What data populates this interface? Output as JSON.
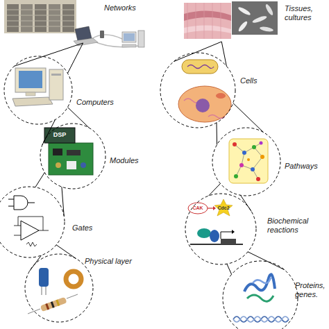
{
  "diagram": {
    "nodes": [
      {
        "text": [
          "Networks"
        ]
      },
      {
        "text": [
          "Computers"
        ]
      },
      {
        "text": [
          "Modules"
        ]
      },
      {
        "text": [
          "Gates"
        ]
      },
      {
        "text": [
          "Physical layer"
        ]
      },
      {
        "text": [
          "Tissues, cultures"
        ]
      },
      {
        "text": [
          "Cells"
        ]
      },
      {
        "text": [
          "Pathways"
        ]
      },
      {
        "text": [
          "Biochemical reactions"
        ]
      },
      {
        "text": [
          "Proteins, genes."
        ]
      }
    ],
    "edges": [
      {
        "from": 0,
        "to": 1,
        "arrow": "none"
      },
      {
        "from": 0,
        "to": 1,
        "arrow": "none"
      },
      {
        "from": 1,
        "to": 2,
        "arrow": "none"
      },
      {
        "from": 1,
        "to": 2,
        "arrow": "none"
      },
      {
        "from": 2,
        "to": 3,
        "arrow": "none"
      },
      {
        "from": 2,
        "to": 3,
        "arrow": "none"
      },
      {
        "from": 3,
        "to": 4,
        "arrow": "none"
      },
      {
        "from": 3,
        "to": 4,
        "arrow": "none"
      },
      {
        "from": 5,
        "to": 6,
        "arrow": "none"
      },
      {
        "from": 5,
        "to": 6,
        "arrow": "none"
      },
      {
        "from": 6,
        "to": 7,
        "arrow": "none"
      },
      {
        "from": 6,
        "to": 7,
        "arrow": "none"
      },
      {
        "from": 7,
        "to": 8,
        "arrow": "none"
      },
      {
        "from": 7,
        "to": 8,
        "arrow": "none"
      },
      {
        "from": 8,
        "to": 9,
        "arrow": "none"
      },
      {
        "from": 8,
        "to": 9,
        "arrow": "none"
      }
    ],
    "labels": [
      "DSP",
      "CAK",
      "Cdc2"
    ]
  }
}
